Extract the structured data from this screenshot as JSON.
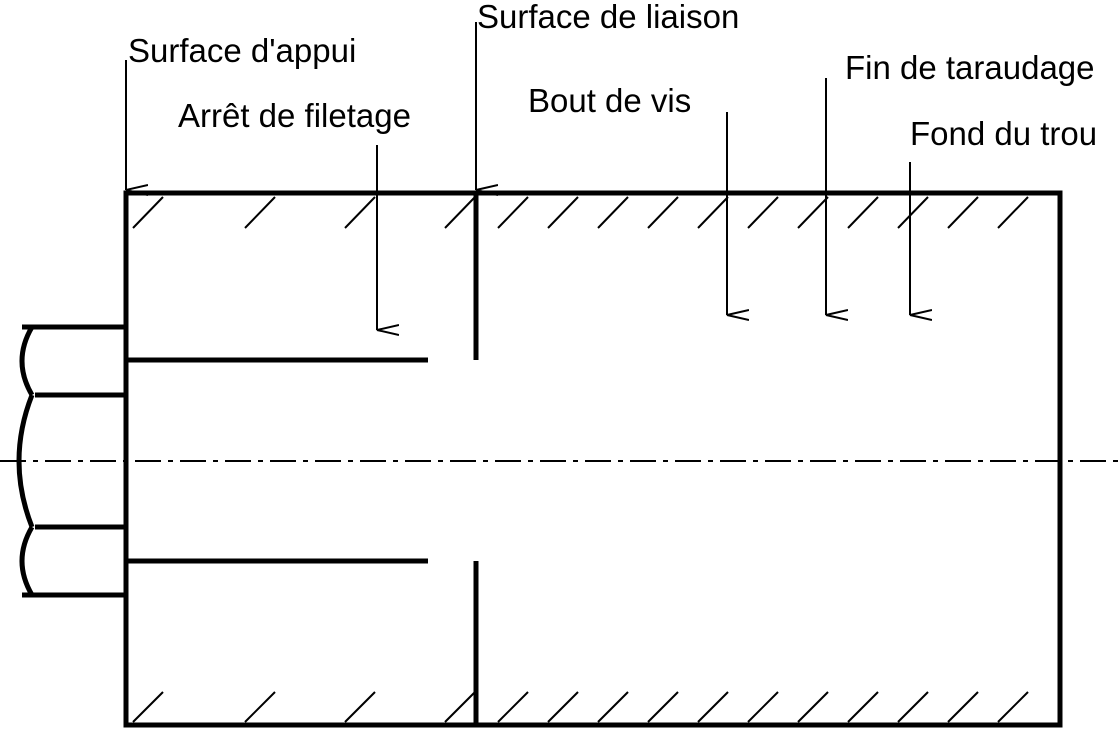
{
  "labels": {
    "surface_appui": "Surface d'appui",
    "arret_filetage": "Arrêt de filetage",
    "surface_liaison": "Surface de liaison",
    "bout_vis": "Bout de vis",
    "fin_taraudage": "Fin de taraudage",
    "fond_trou": "Fond du trou"
  },
  "colors": {
    "ink": "#000000",
    "background": "#ffffff"
  }
}
